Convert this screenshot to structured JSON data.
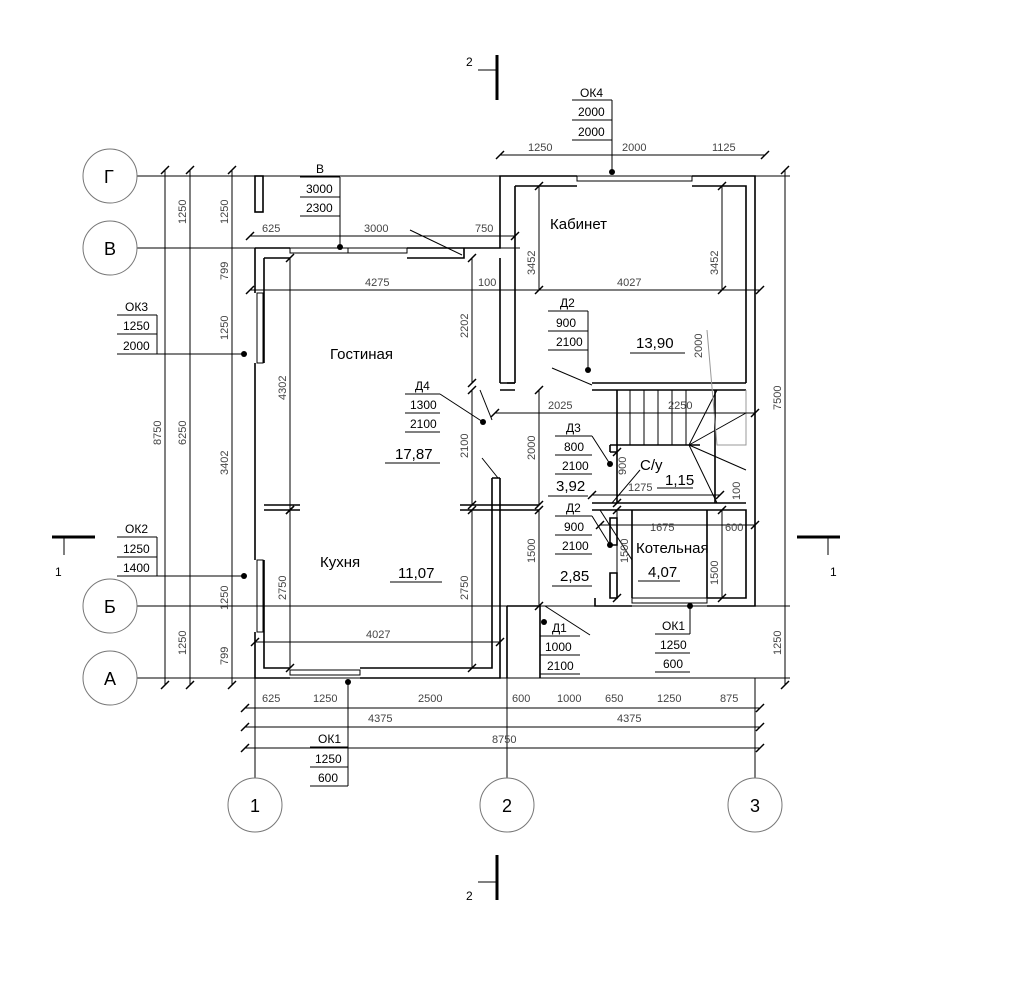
{
  "axes": {
    "rows": [
      "Г",
      "В",
      "Б",
      "А"
    ],
    "cols": [
      "1",
      "2",
      "3"
    ]
  },
  "sections": {
    "top": "2",
    "bottom": "2",
    "left": "1",
    "right": "1"
  },
  "rooms": {
    "cabinet": {
      "name": "Кабинет",
      "area": "13,90"
    },
    "living": {
      "name": "Гостиная",
      "area": "17,87"
    },
    "kitchen": {
      "name": "Кухня",
      "area": "11,07"
    },
    "wc": {
      "name": "С/у",
      "area": "1,15"
    },
    "boiler": {
      "name": "Котельная",
      "area": "4,07"
    },
    "hall": {
      "area": "3,92"
    },
    "vestibule": {
      "area": "2,85"
    }
  },
  "openings": {
    "ok4": {
      "mark": "ОК4",
      "w": "2000",
      "h": "2000"
    },
    "v": {
      "mark": "В",
      "w": "3000",
      "h": "2300"
    },
    "ok3": {
      "mark": "ОК3",
      "w": "1250",
      "h": "2000"
    },
    "ok2": {
      "mark": "ОК2",
      "w": "1250",
      "h": "1400"
    },
    "d4": {
      "mark": "Д4",
      "w": "1300",
      "h": "2100"
    },
    "d2a": {
      "mark": "Д2",
      "w": "900",
      "h": "2100"
    },
    "d3": {
      "mark": "Д3",
      "w": "800",
      "h": "2100"
    },
    "d2b": {
      "mark": "Д2",
      "w": "900",
      "h": "2100"
    },
    "d1": {
      "mark": "Д1",
      "w": "1000",
      "h": "2100"
    },
    "ok1a": {
      "mark": "ОК1",
      "w": "1250",
      "h": "600"
    },
    "ok1b": {
      "mark": "ОК1",
      "w": "1250",
      "h": "600"
    }
  },
  "dims": {
    "top": [
      "1250",
      "2000",
      "1125"
    ],
    "top2": [
      "625",
      "3000",
      "750"
    ],
    "row4275": [
      "4275",
      "100",
      "4027"
    ],
    "v3452a": "3452",
    "v3452b": "3452",
    "v2202": "2202",
    "v2000a": "2000",
    "h2025": "2025",
    "h2250": "2250",
    "v2100": "2100",
    "v2000b": "2000",
    "v900": "900",
    "h1275": "1275",
    "v100": "100",
    "h1675": "1675",
    "h600": "600",
    "v1500a": "1500",
    "v1500b": "1500",
    "v1500c": "1500",
    "v4302": "4302",
    "v2750a": "2750",
    "v2750b": "2750",
    "h4027": "4027",
    "left1": [
      "1250",
      "799",
      "1250",
      "3402",
      "1250",
      "799"
    ],
    "left2": [
      "1250",
      "6250",
      "1250"
    ],
    "left3": "8750",
    "right": [
      "7500",
      "1250"
    ],
    "bottom1": [
      "625",
      "1250",
      "2500",
      "600",
      "1000",
      "650",
      "1250",
      "875"
    ],
    "bottom2": [
      "4375",
      "4375"
    ],
    "bottom3": "8750"
  }
}
